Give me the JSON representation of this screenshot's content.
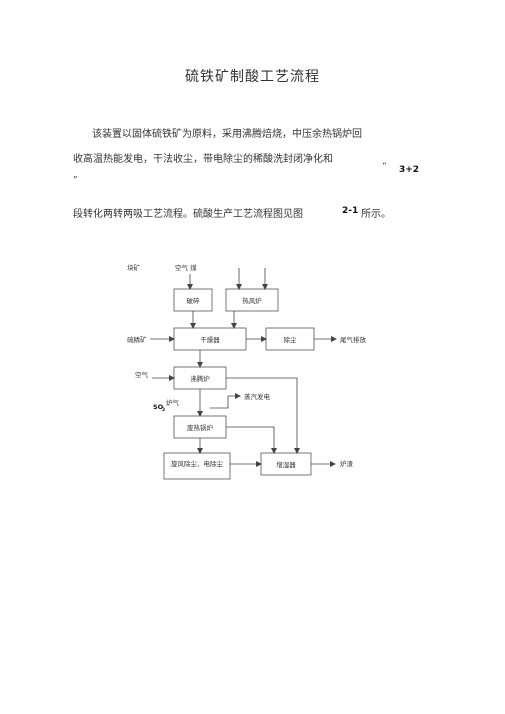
{
  "document": {
    "title": "硫铁矿制酸工艺流程",
    "p1_line1": "该装置以固体硫铁矿为原料，采用沸腾焙烧，中压余热锅炉回",
    "p1_line2": "收高温热能发电，干法收尘，带电除尘的稀酸洗封闭净化和",
    "open_quote": "“",
    "bold_32": "3+2",
    "close_quote": "”",
    "p2_text": "段转化两转两吸工艺流程。硫酸生产工艺流程图见图",
    "fig_ref": "2-1",
    "fig_suffix": "所示。"
  },
  "diagram": {
    "labels": {
      "lump_ore": "块矿",
      "air_coal": "空气 煤",
      "crusher": "破碎",
      "hot_air_furnace": "热风炉",
      "concentrate": "硫精矿",
      "dryer": "干燥器",
      "dust_removal": "除尘",
      "tail_gas": "尾气排放",
      "air": "空气",
      "roaster": "沸腾炉",
      "so2": "SO",
      "so2_sub": "2",
      "furnace_gas": "炉气",
      "steam_power": "蒸汽发电",
      "waste_heat_boiler": "废热锅炉",
      "cyclone_esp": "旋风除尘、电除尘",
      "thickener": "增湿器",
      "slag": "炉渣"
    }
  }
}
